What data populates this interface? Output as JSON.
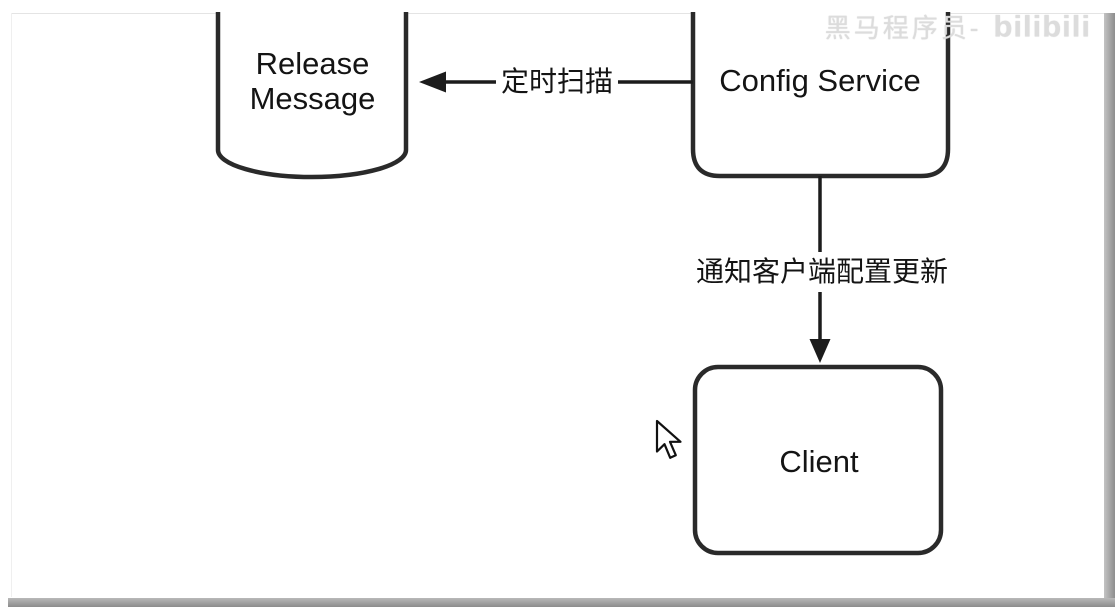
{
  "watermark": {
    "channel": "黑马程序员-",
    "platform_logo": "bilibili"
  },
  "diagram": {
    "nodes": [
      {
        "id": "release-message",
        "shape": "cylinder",
        "label": "Release Message"
      },
      {
        "id": "config-service",
        "shape": "rounded-rectangle",
        "label": "Config Service"
      },
      {
        "id": "client",
        "shape": "rounded-rectangle",
        "label": "Client"
      }
    ],
    "edges": [
      {
        "from": "config-service",
        "to": "release-message",
        "direction": "left",
        "label": "定时扫描"
      },
      {
        "from": "config-service",
        "to": "client",
        "direction": "down",
        "label": "通知客户端配置更新"
      }
    ]
  },
  "icons": {
    "cursor": "arrow-pointer"
  },
  "colors": {
    "background": "#ffffff",
    "shape_stroke": "#2a2a2a",
    "text": "#141414",
    "watermark": "#dcdcdc",
    "frame_shadow": "#8d8d8d"
  }
}
